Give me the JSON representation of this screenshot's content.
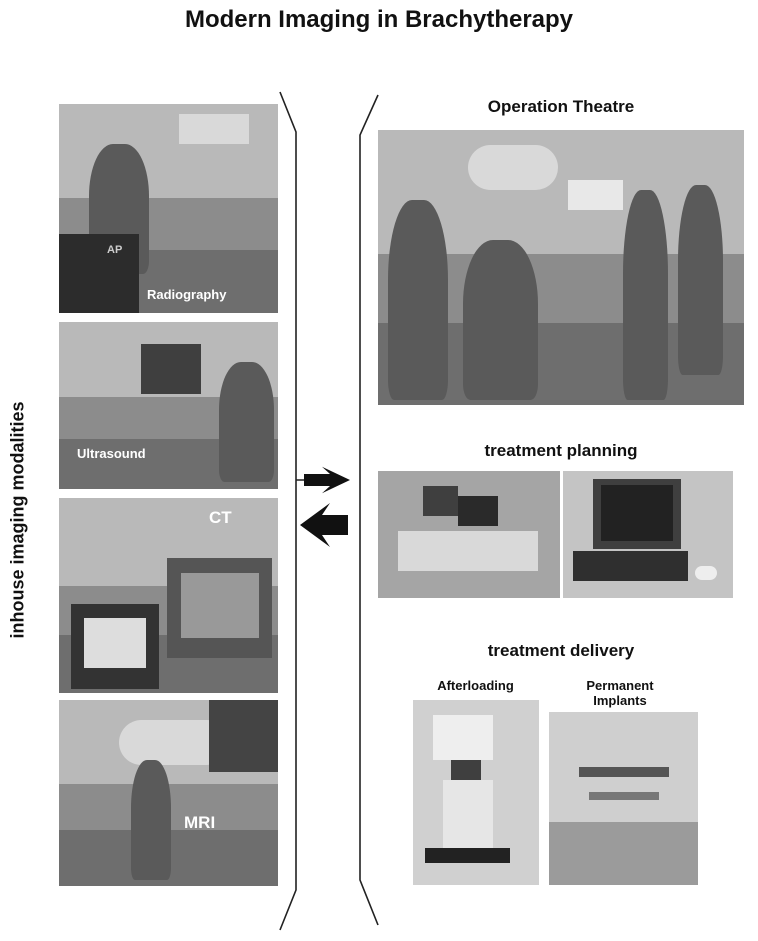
{
  "title": "Modern Imaging in Brachytherapy",
  "left_column": {
    "label": "inhouse imaging modalities",
    "photos": [
      {
        "label": "Radiography",
        "inset_label": "AP"
      },
      {
        "label": "Ultrasound"
      },
      {
        "label": "CT"
      },
      {
        "label": "MRI"
      }
    ]
  },
  "right_column": {
    "operation_theatre": "Operation Theatre",
    "treatment_planning": "treatment planning",
    "treatment_delivery": "treatment delivery",
    "afterloading": "Afterloading",
    "permanent_implants": "Permanent Implants"
  }
}
